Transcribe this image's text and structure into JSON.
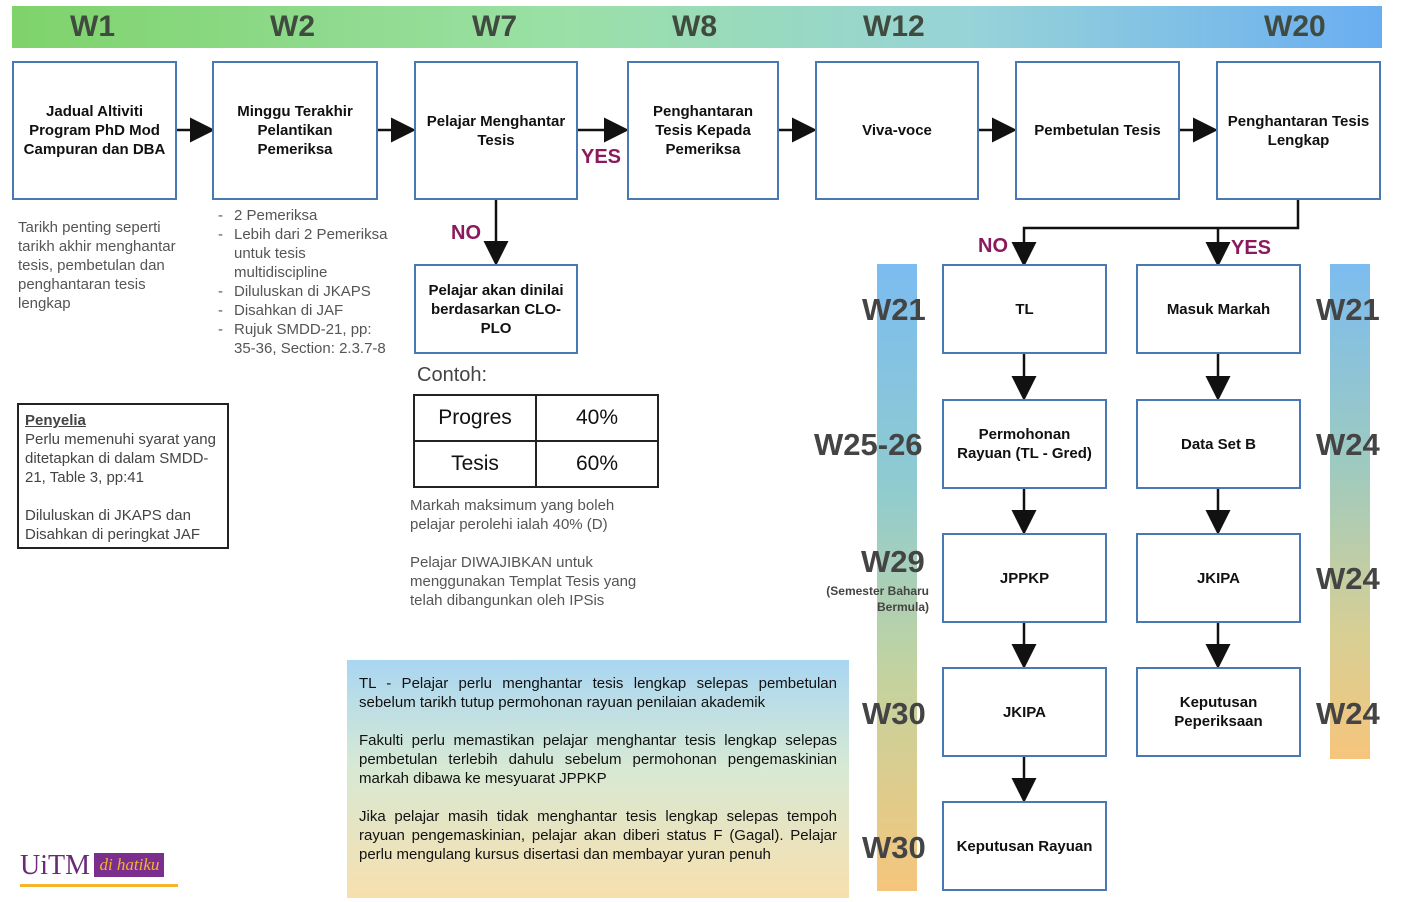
{
  "weeks": [
    "W1",
    "W2",
    "W7",
    "W8",
    "W12",
    "W20"
  ],
  "boxes": {
    "b1": "Jadual Altiviti Program PhD Mod Campuran dan DBA",
    "b2": "Minggu Terakhir Pelantikan Pemeriksa",
    "b3": "Pelajar Menghantar Tesis",
    "b4": "Penghantaran Tesis Kepada Pemeriksa",
    "b5": "Viva-voce",
    "b6": "Pembetulan Tesis",
    "b7": "Penghantaran Tesis Lengkap",
    "no_clo": "Pelajar akan dinilai berdasarkan CLO-PLO",
    "tl": "TL",
    "rayuan": "Permohonan Rayuan (TL - Gred)",
    "jppkp": "JPPKP",
    "jkipa_l": "JKIPA",
    "keputusan_rayuan": "Keputusan Rayuan",
    "masuk_markah": "Masuk Markah",
    "dataset_b": "Data Set B",
    "jkipa_r": "JKIPA",
    "keputusan_peperiksaan": "Keputusan Peperiksaan"
  },
  "labels": {
    "yes": "YES",
    "no": "NO"
  },
  "notes": {
    "w1": "Tarikh penting seperti tarikh akhir menghantar tesis, pembetulan dan penghantaran tesis lengkap",
    "w2": [
      "2 Pemeriksa",
      "Lebih dari 2 Pemeriksa untuk tesis multidiscipline",
      "Diluluskan di JKAPS",
      "Disahkan di JAF",
      "Rujuk SMDD-21, pp: 35-36, Section: 2.3.7-8"
    ],
    "contoh": "Contoh:",
    "markah": "Markah maksimum yang boleh pelajar perolehi ialah 40% (D)",
    "templat": "Pelajar DIWAJIBKAN untuk menggunakan Templat Tesis yang telah dibangunkan oleh IPSis"
  },
  "example_table": [
    {
      "item": "Progres",
      "value": "40%"
    },
    {
      "item": "Tesis",
      "value": "60%"
    }
  ],
  "penyelia": {
    "title": "Penyelia",
    "line1": "Perlu memenuhi syarat yang ditetapkan di dalam SMDD-21, Table 3, pp:41",
    "line2": "Diluluskan di JKAPS dan Disahkan di peringkat JAF"
  },
  "left_weeks": [
    "W21",
    "W25-26",
    "W29",
    "W30",
    "W30"
  ],
  "left_week_sub": "(Semester Baharu Bermula)",
  "right_weeks": [
    "W21",
    "W24",
    "W24",
    "W24"
  ],
  "legend": [
    "TL - Pelajar perlu menghantar tesis lengkap selepas pembetulan sebelum tarikh tutup permohonan rayuan penilaian akademik",
    "Fakulti perlu memastikan pelajar menghantar tesis lengkap selepas pembetulan terlebih dahulu sebelum permohonan pengemaskinian markah dibawa ke mesyuarat JPPKP",
    "Jika pelajar masih tidak menghantar tesis lengkap selepas tempoh rayuan pengemaskinian, pelajar akan diberi status F (Gagal). Pelajar perlu mengulang kursus disertasi dan membayar yuran penuh"
  ],
  "logo": {
    "main": "UiTM",
    "sub": "di hatiku"
  },
  "colors": {
    "box_border": "#4a78b5",
    "label": "#8b1a5c"
  }
}
